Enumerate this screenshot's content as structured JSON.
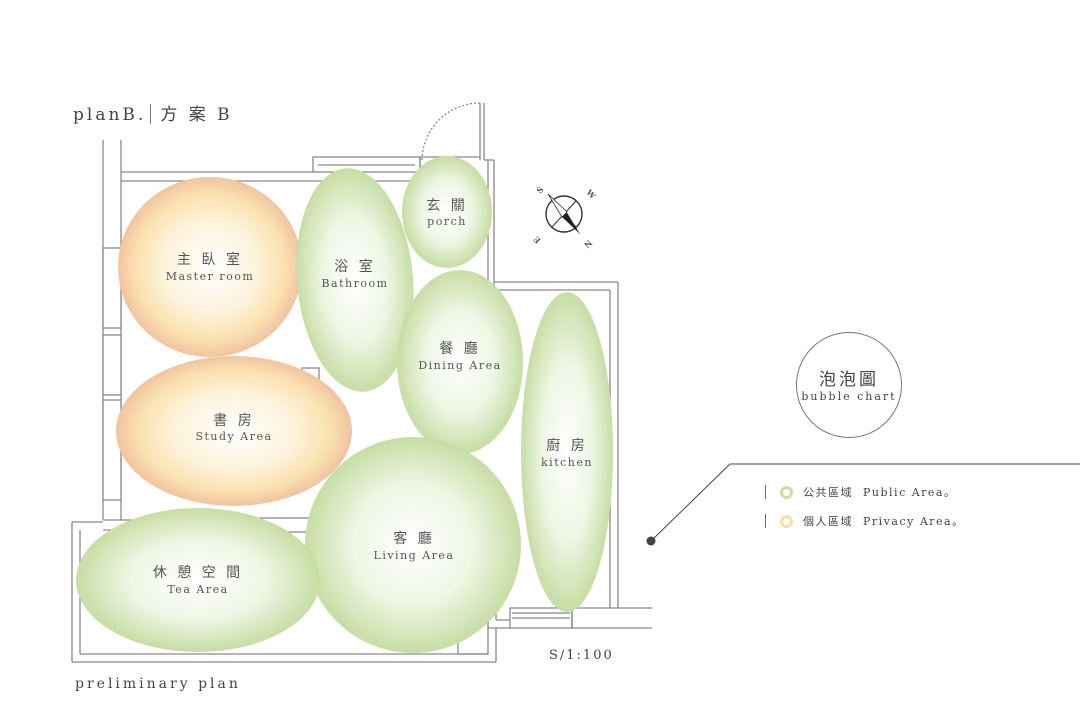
{
  "title": {
    "plan": "planB.",
    "scheme": "方 案 B"
  },
  "footer": "preliminary plan",
  "scale": "S/1:100",
  "bubble_chart": {
    "zh": "泡泡圖",
    "en": "bubble chart"
  },
  "legend": [
    {
      "zh": "公共區域",
      "en": "Public Area",
      "color": "#c8e0a8",
      "suffix": "。"
    },
    {
      "zh": "個人區域",
      "en": "Privacy Area",
      "color": "#f9dfa0",
      "suffix": "。"
    }
  ],
  "compass": {
    "letters": [
      "S",
      "W",
      "N",
      "E"
    ]
  },
  "rooms": [
    {
      "id": "master",
      "zh": "主 臥 室",
      "en": "Master room",
      "type": "private"
    },
    {
      "id": "bath",
      "zh": "浴 室",
      "en": "Bathroom",
      "type": "public"
    },
    {
      "id": "porch",
      "zh": "玄 關",
      "en": "porch",
      "type": "public"
    },
    {
      "id": "dining",
      "zh": "餐 廳",
      "en": "Dining Area",
      "type": "public"
    },
    {
      "id": "kitchen",
      "zh": "廚 房",
      "en": "kitchen",
      "type": "public"
    },
    {
      "id": "study",
      "zh": "書 房",
      "en": "Study Area",
      "type": "private"
    },
    {
      "id": "living",
      "zh": "客 廳",
      "en": "Living Area",
      "type": "public"
    },
    {
      "id": "tea",
      "zh": "休 憩 空 間",
      "en": "Tea Area",
      "type": "public"
    }
  ],
  "colors": {
    "public": "#c8e0a8",
    "private": "#f9dfa0",
    "wall": "#8a8a8a"
  }
}
